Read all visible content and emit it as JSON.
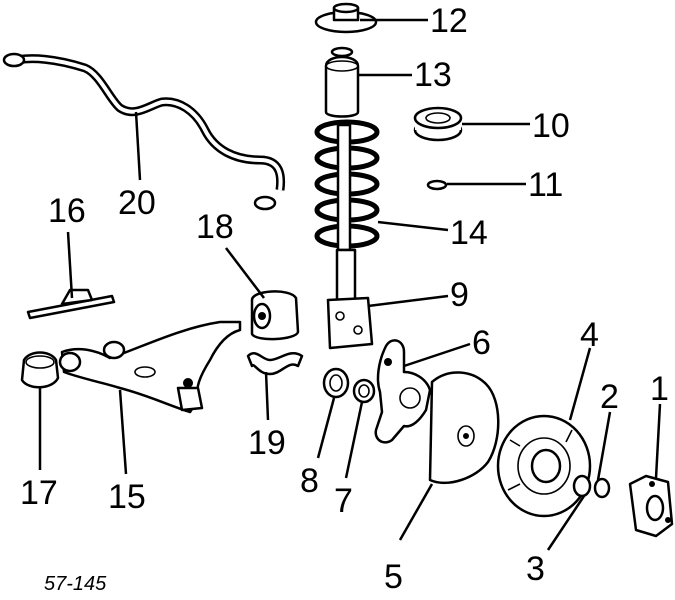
{
  "labels": {
    "p1": "1",
    "p2": "2",
    "p3": "3",
    "p4": "4",
    "p5": "5",
    "p6": "6",
    "p7": "7",
    "p8": "8",
    "p9": "9",
    "p10": "10",
    "p11": "11",
    "p12": "12",
    "p13": "13",
    "p14": "14",
    "p15": "15",
    "p16": "16",
    "p17": "17",
    "p18": "18",
    "p19": "19",
    "p20": "20"
  },
  "diagram_code": "57-145"
}
